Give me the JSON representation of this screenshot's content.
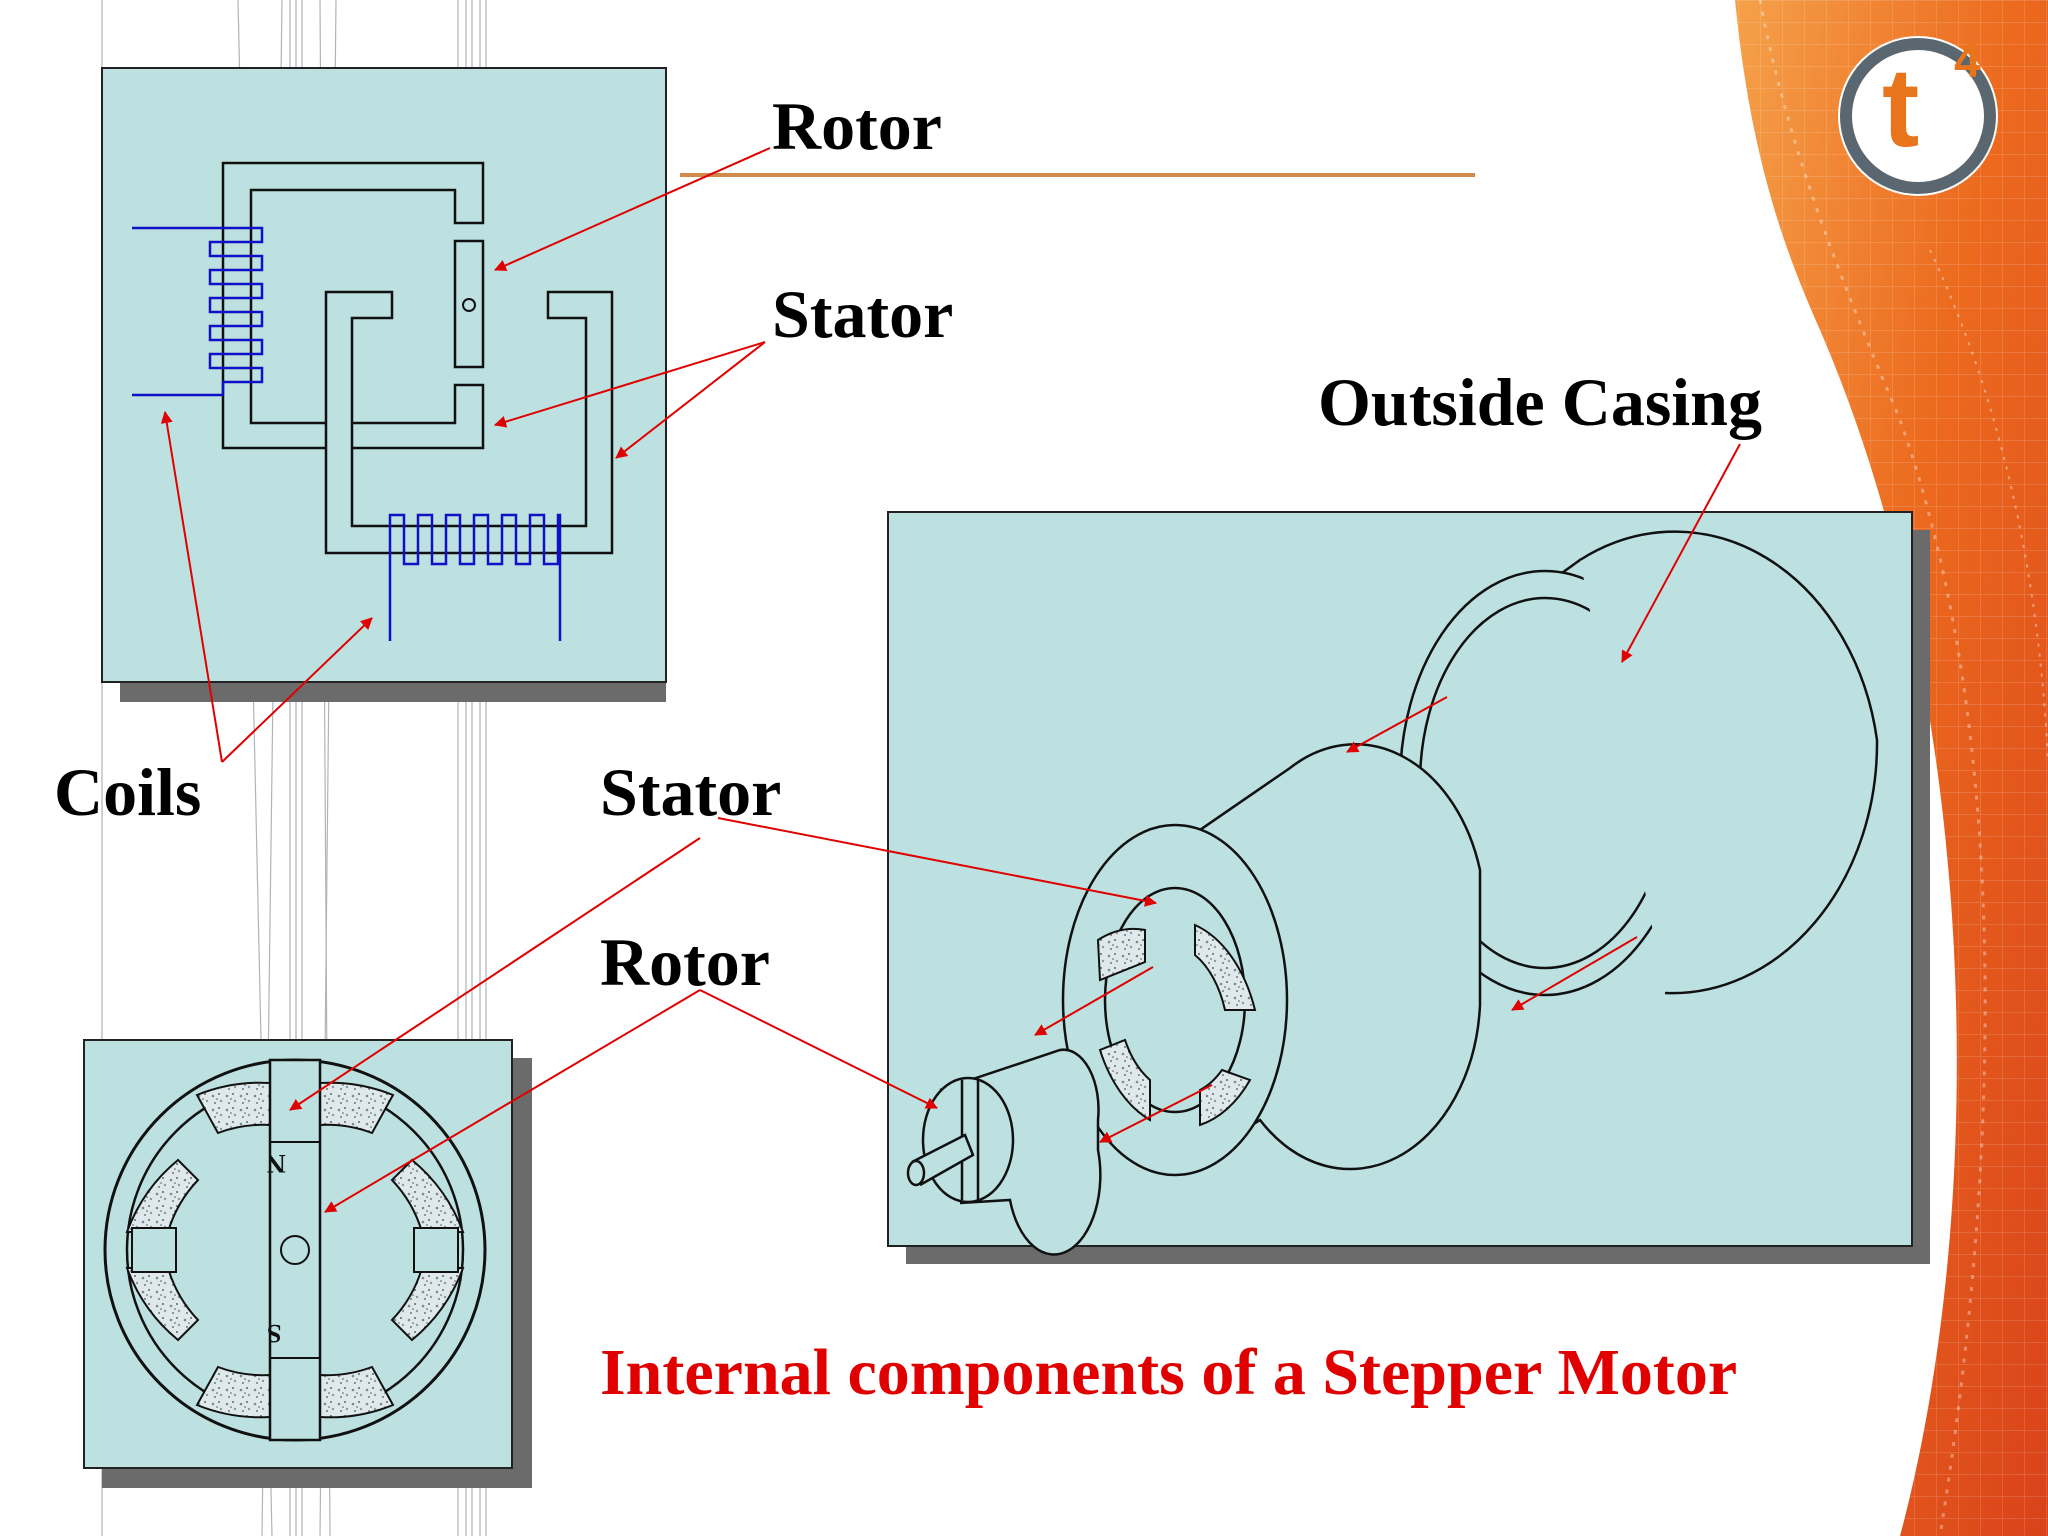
{
  "logo": {
    "glyph": "t",
    "superscript": "4"
  },
  "labels": {
    "rotor_top": "Rotor",
    "stator_top": "Stator",
    "outside_casing": "Outside Casing",
    "coils": "Coils",
    "stator_middle": "Stator",
    "rotor_middle": "Rotor"
  },
  "caption": "Internal components of a Stepper Motor",
  "pole_markings": {
    "north": "N",
    "south": "S"
  },
  "colors": {
    "panel": "#bde1e1",
    "coil": "#1010c8",
    "arrow": "#e00000",
    "caption": "#e00000",
    "accent_line": "#d28a4a",
    "banner_orange": "#e8741c"
  }
}
